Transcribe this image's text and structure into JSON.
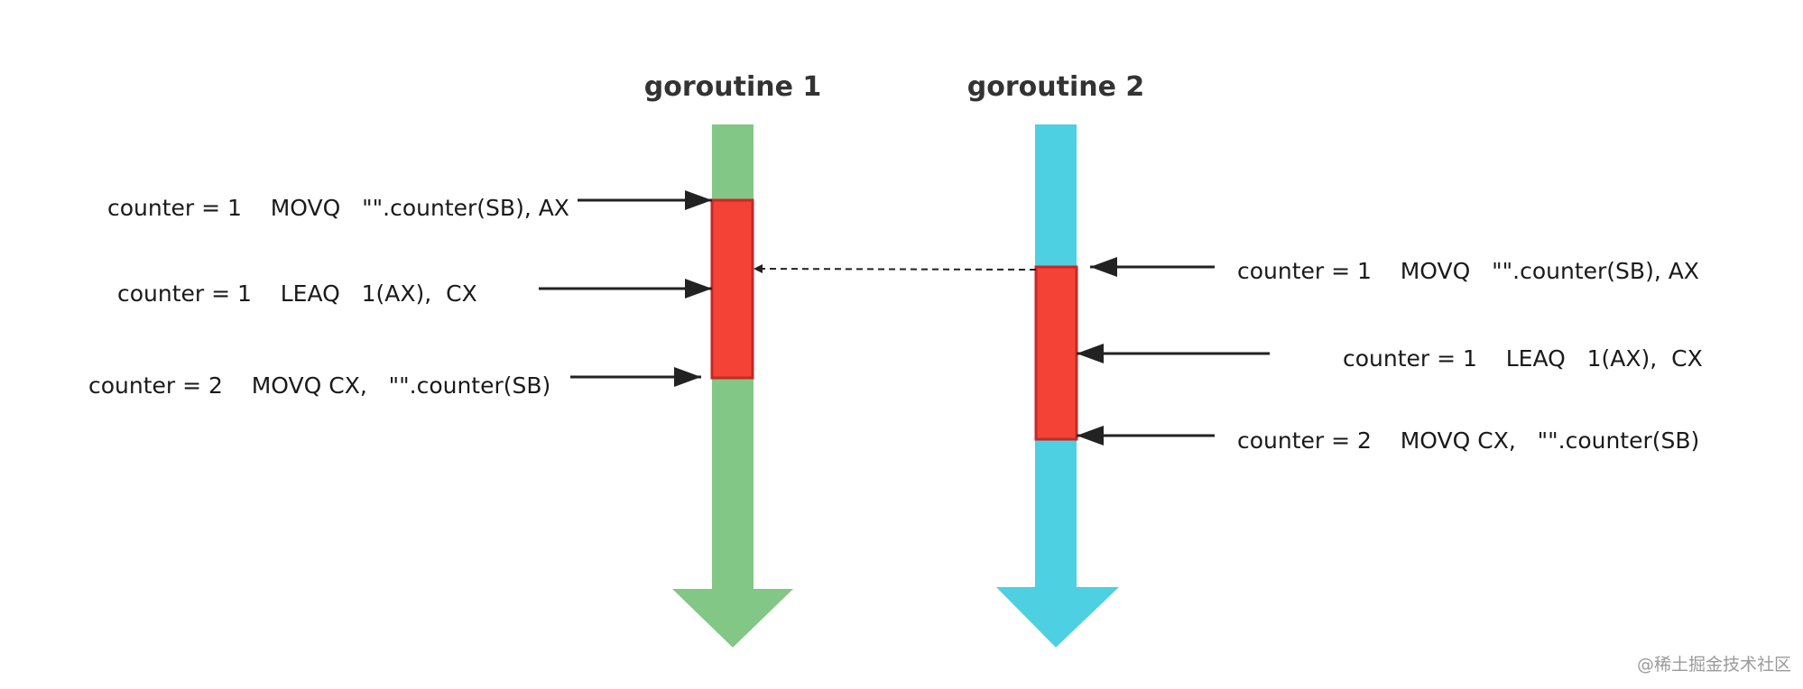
{
  "goroutine1": {
    "title": "goroutine 1",
    "color": "#82c785",
    "instructions": [
      "counter = 1    MOVQ   \"\".counter(SB), AX",
      "counter = 1    LEAQ   1(AX),  CX",
      "counter = 2    MOVQ CX,   \"\".counter(SB)"
    ]
  },
  "goroutine2": {
    "title": "goroutine 2",
    "color": "#4dd0e1",
    "instructions": [
      "counter = 1    MOVQ   \"\".counter(SB), AX",
      "counter = 1    LEAQ   1(AX),  CX",
      "counter = 2    MOVQ CX,   \"\".counter(SB)"
    ]
  },
  "critical_section_color": "#f44336",
  "watermark": "@稀土掘金技术社区"
}
